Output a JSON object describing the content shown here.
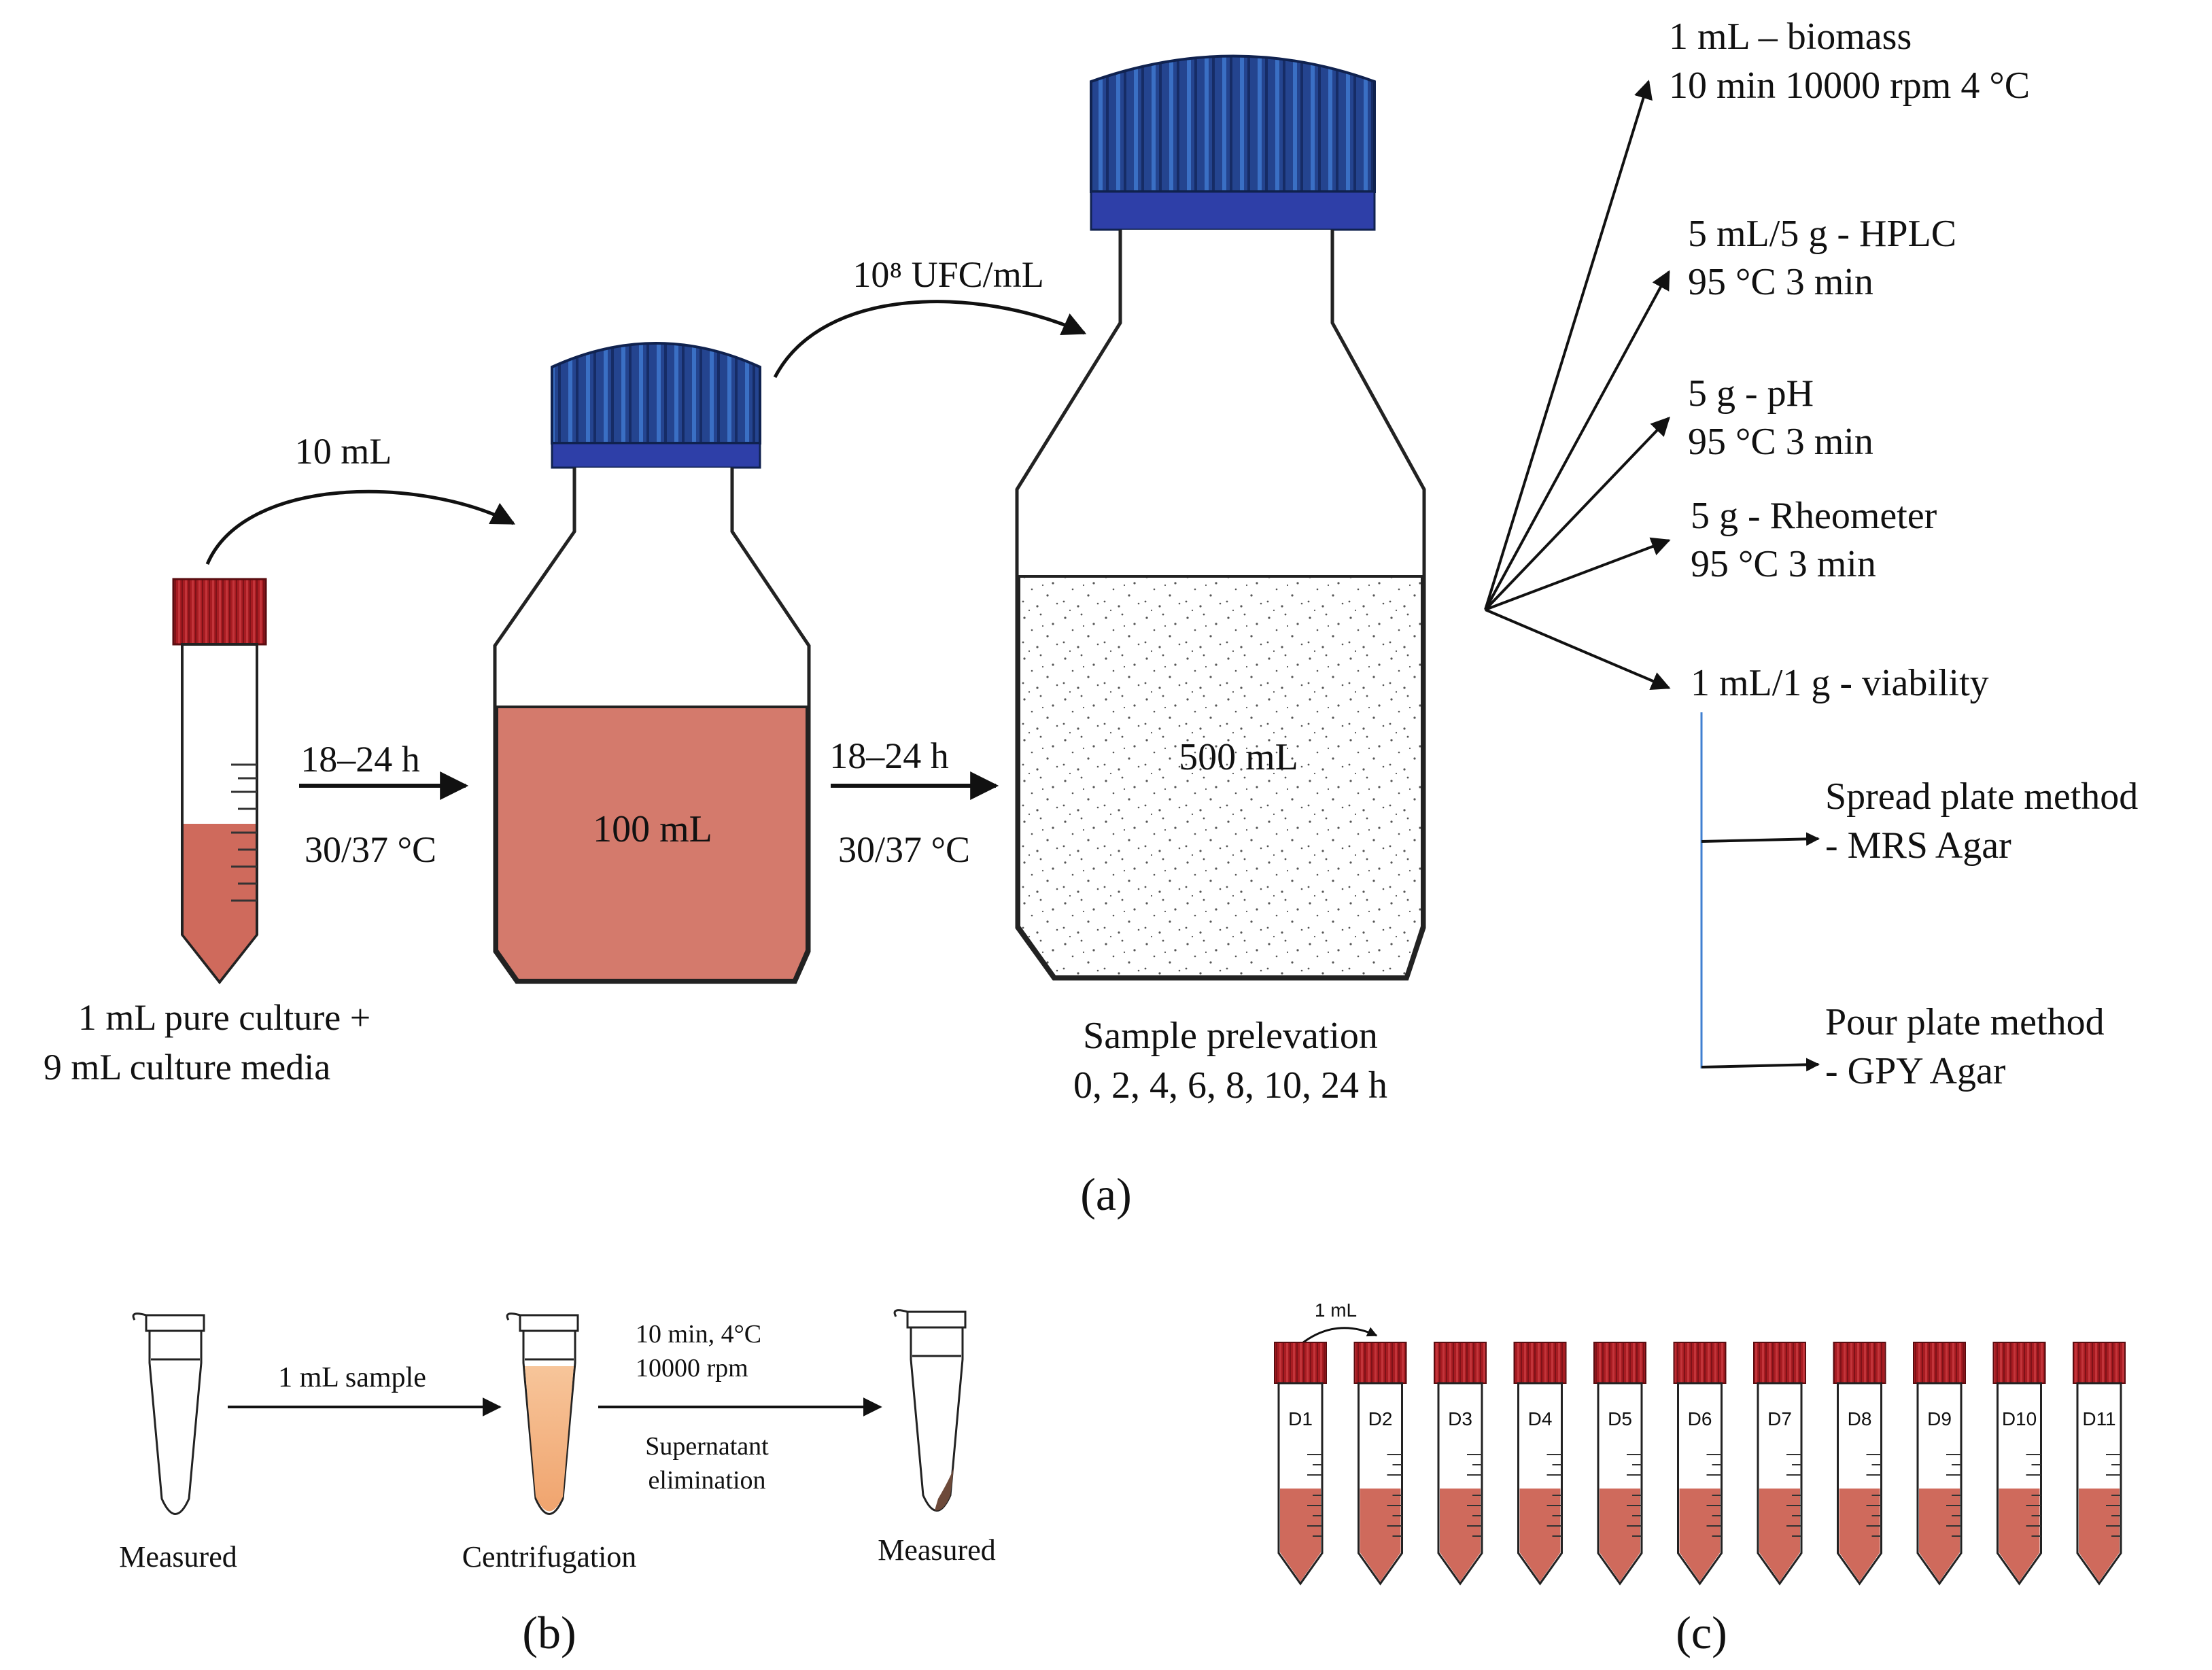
{
  "colors": {
    "cap_blue": "#1f3f86",
    "cap_band": "#2e3fa8",
    "cap_red": "#a81c22",
    "liquid": "#d47a6c",
    "tube_liquid": "#cf6a5c",
    "outline": "#222222",
    "connector_blue": "#3f7fd0"
  },
  "panel_a": {
    "tube_caption_1": "1 mL pure culture +",
    "tube_caption_2": "9 mL culture media",
    "transfer_1": "10 mL",
    "step_1_time": "18–24 h",
    "step_1_temp": "30/37 °C",
    "bottle_1_volume": "100 mL",
    "transfer_2": "10⁸ UFC/mL",
    "step_2_time": "18–24 h",
    "step_2_temp": "30/37 °C",
    "bottle_2_volume": "500 mL",
    "sampling_1": "Sample prelevation",
    "sampling_2": "0, 2, 4, 6, 8, 10, 24 h",
    "out_biomass_1": "1 mL – biomass",
    "out_biomass_2": "10 min 10000 rpm 4 °C",
    "out_hplc_1": "5 mL/5 g - HPLC",
    "out_hplc_2": "95 °C 3 min",
    "out_ph_1": "5 g - pH",
    "out_ph_2": "95 °C 3 min",
    "out_rheo_1": "5 g - Rheometer",
    "out_rheo_2": "95 °C 3 min",
    "out_viability": "1 mL/1 g - viability",
    "spread_1": "Spread plate method",
    "spread_2": "- MRS Agar",
    "pour_1": "Pour plate method",
    "pour_2": "- GPY Agar",
    "label": "(a)"
  },
  "panel_b": {
    "sample_label": "1 mL sample",
    "centri_1": "10 min, 4°C",
    "centri_2": "10000 rpm",
    "super_1": "Supernatant",
    "super_2": "elimination",
    "tube_1_caption": "Measured",
    "tube_2_caption": "Centrifugation",
    "tube_3_caption": "Measured",
    "label": "(b)"
  },
  "panel_c": {
    "transfer": "1 mL",
    "tubes": [
      "D1",
      "D2",
      "D3",
      "D4",
      "D5",
      "D6",
      "D7",
      "D8",
      "D9",
      "D10",
      "D11"
    ],
    "label": "(c)"
  }
}
